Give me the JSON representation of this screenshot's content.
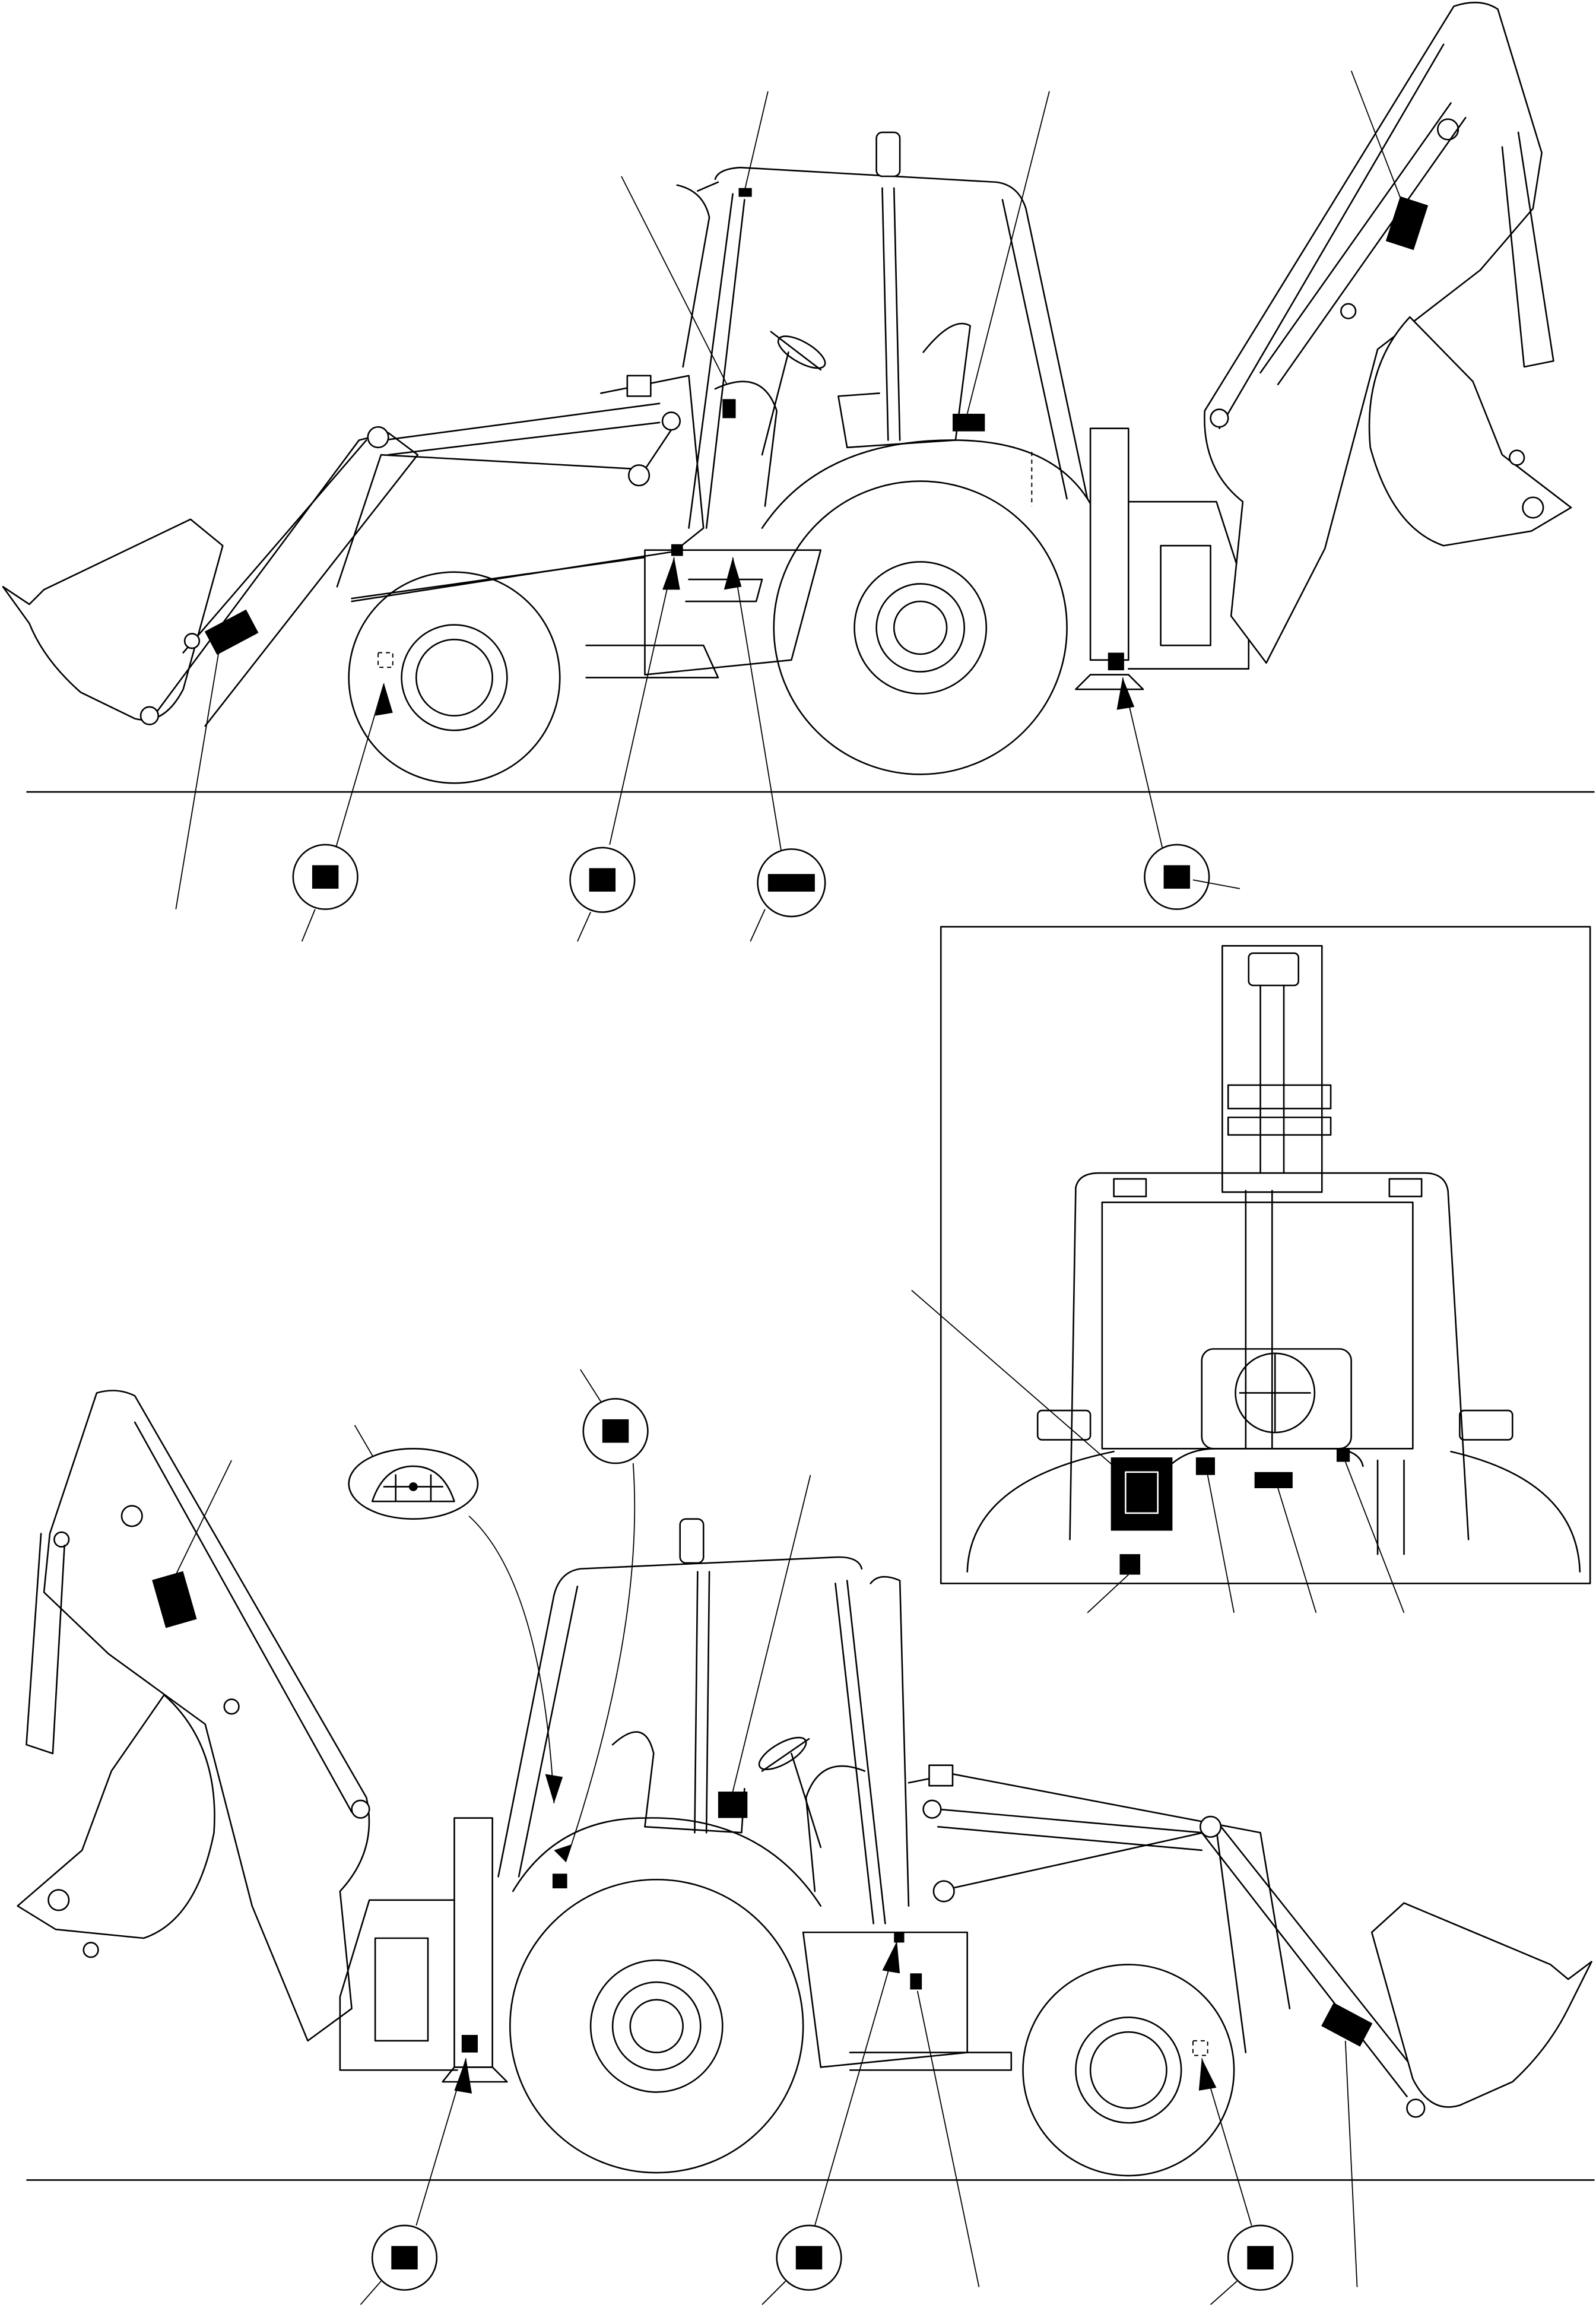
{
  "figure": {
    "kind": "safety-label-location-diagram",
    "subject": "backhoe loader",
    "views": [
      "left-side-view",
      "right-side-view",
      "rear-view-inset"
    ],
    "callout_labels_redacted": true,
    "marker_color": "#000000",
    "line_color": "#000000",
    "background_color": "#ffffff"
  }
}
